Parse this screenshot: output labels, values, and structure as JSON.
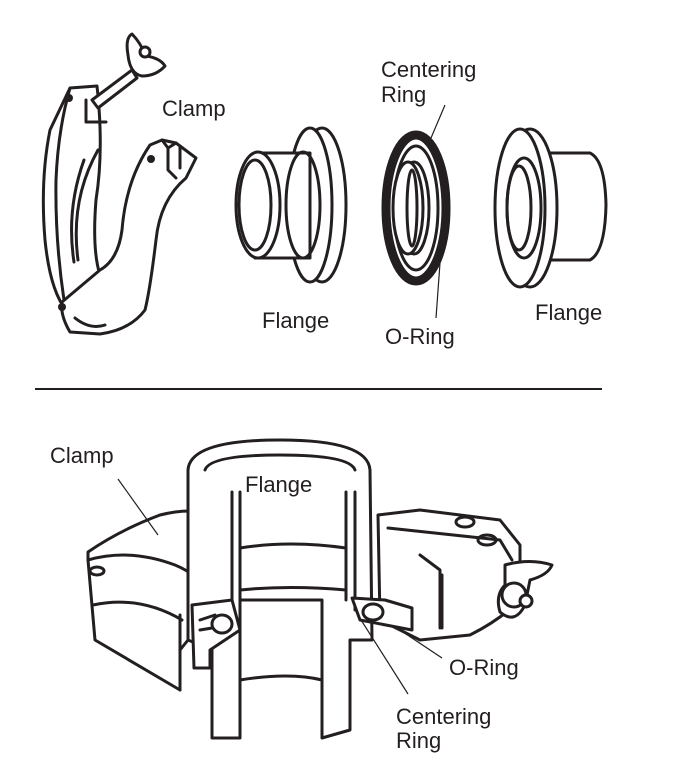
{
  "diagram": {
    "title": "KF Vacuum Flange Clamp Assembly",
    "colors": {
      "ink": "#231f20",
      "background": "#ffffff"
    },
    "exploded_view": {
      "labels": {
        "clamp": "Clamp",
        "flange_left": "Flange",
        "centering_ring_line1": "Centering",
        "centering_ring_line2": "Ring",
        "o_ring": "O-Ring",
        "flange_right": "Flange"
      },
      "parts": [
        "clamp",
        "flange",
        "centering-ring-with-o-ring",
        "flange"
      ]
    },
    "assembled_view": {
      "labels": {
        "clamp": "Clamp",
        "flange": "Flange",
        "o_ring": "O-Ring",
        "centering_ring_line1": "Centering",
        "centering_ring_line2": "Ring"
      }
    }
  }
}
